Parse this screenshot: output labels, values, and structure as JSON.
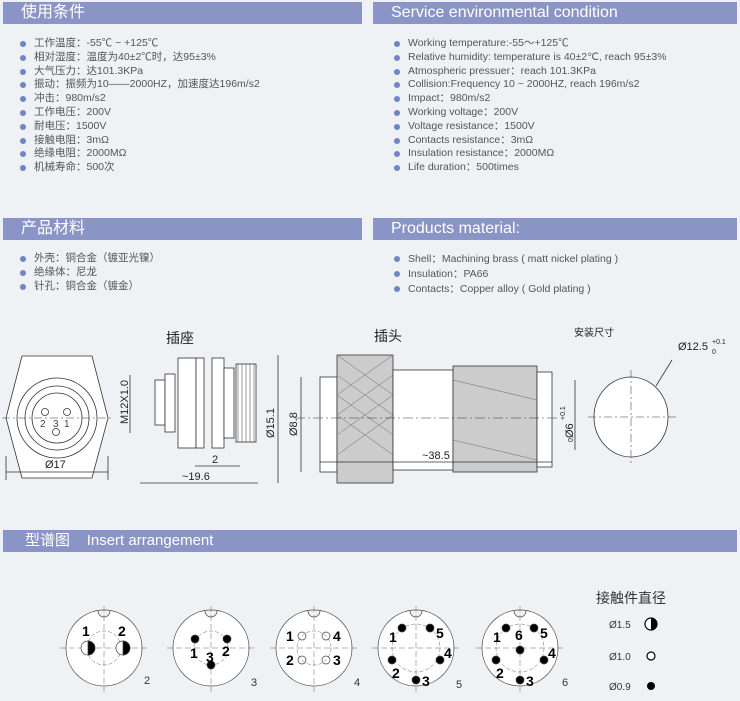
{
  "conditions_cn": {
    "title": "使用条件",
    "items": [
      "工作温度：-55℃ ~ +125℃",
      "相对湿度：温度为40±2℃时，达95±3%",
      "大气压力：达101.3KPa",
      "振动：振频为10——2000HZ，加速度达196m/s2",
      "冲击：980m/s2",
      "工作电压：200V",
      "耐电压：1500V",
      "接触电阻：3mΩ",
      "绝缘电阻：2000MΩ",
      "机械寿命：500次"
    ]
  },
  "conditions_en": {
    "title": "Service environmental condition",
    "items": [
      "Working temperature:-55～+125℃",
      "Relative humidity: temperature is 40±2℃, reach 95±3%",
      "Atmospheric pressuer：reach 101.3KPa",
      "Collision:Frequency 10 ~ 2000HZ, reach 196m/s2",
      "Impact：980m/s2",
      "Working voltage：200V",
      "Voltage resistance：1500V",
      "Contacts resistance：3mΩ",
      "Insulation resistance：2000MΩ",
      "Life duration：500times"
    ]
  },
  "material_cn": {
    "title": "产品材料",
    "items": [
      "外壳：铜合金（镀亚光镍）",
      "绝缘体：尼龙",
      "针孔：铜合金（镀金）"
    ]
  },
  "material_en": {
    "title": "Products material:",
    "items": [
      "Shell：Machining brass ( matt nickel plating )",
      "Insulation：PA66",
      "Contacts：Copper alloy ( Gold plating )"
    ]
  },
  "drawing": {
    "socket_label": "插座",
    "plug_label": "插头",
    "mount_label": "安装尺寸",
    "front_pins": [
      "2",
      "3",
      "1"
    ],
    "dim_17": "Ø17",
    "dim_m12": "M12X1.0",
    "dim_2": "2",
    "dim_19_6": "~19.6",
    "dim_15_1": "Ø15.1",
    "dim_8_8": "Ø8.8",
    "dim_38_5": "~38.5",
    "dim_6": "Ø6",
    "dim_6_tol": "+0.1",
    "dim_6_tol0": "0",
    "dim_12_5": "Ø12.5",
    "dim_12_5_tol": "+0.1",
    "dim_12_5_tol0": "0"
  },
  "insert": {
    "title_cn": "型谱图",
    "title_en": "Insert arrangement",
    "layouts": [
      {
        "count": "2",
        "pins": [
          "1",
          "2"
        ]
      },
      {
        "count": "3",
        "pins": [
          "1",
          "2",
          "3"
        ]
      },
      {
        "count": "4",
        "pins": [
          "1",
          "2",
          "3",
          "4"
        ]
      },
      {
        "count": "5",
        "pins": [
          "1",
          "2",
          "3",
          "4",
          "5"
        ]
      },
      {
        "count": "6",
        "pins": [
          "1",
          "2",
          "3",
          "4",
          "5",
          "6"
        ]
      }
    ],
    "legend": {
      "title": "接触件直径",
      "items": [
        "Ø1.5",
        "Ø1.0",
        "Ø0.9"
      ]
    }
  }
}
